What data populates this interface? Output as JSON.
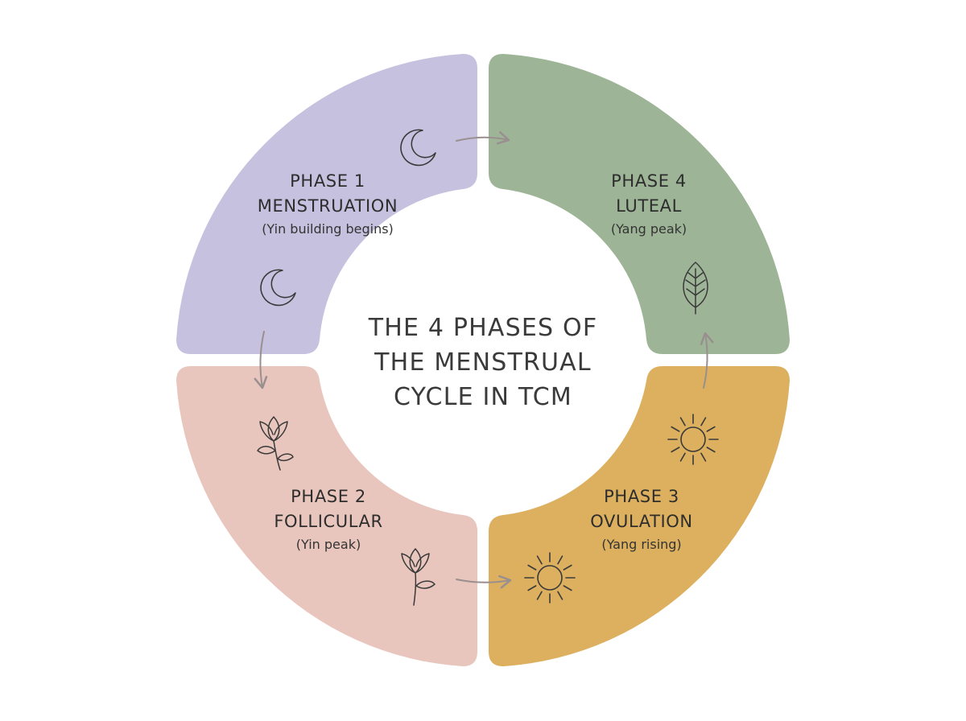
{
  "title": {
    "line1": "THE 4 PHASES OF",
    "line2": "THE MENSTRUAL",
    "line3": "CYCLE IN TCM"
  },
  "phases": [
    {
      "number": "PHASE 1",
      "name": "MENSTRUATION",
      "subtitle": "(Yin building begins)",
      "color": "#c5c1de",
      "icon": "crescent-moon-icon"
    },
    {
      "number": "PHASE 2",
      "name": "FOLLICULAR",
      "subtitle": "(Yin peak)",
      "color": "#e9c6bd",
      "icon": "lotus-flower-icon"
    },
    {
      "number": "PHASE 3",
      "name": "OVULATION",
      "subtitle": "(Yang rising)",
      "color": "#dcb05f",
      "icon": "sun-icon"
    },
    {
      "number": "PHASE 4",
      "name": "LUTEAL",
      "subtitle": "(Yang peak)",
      "color": "#9db596",
      "icon": "leaf-icon"
    }
  ],
  "colors": {
    "arrow": "#9a8f8f",
    "icon_stroke": "#3a3a3a"
  }
}
